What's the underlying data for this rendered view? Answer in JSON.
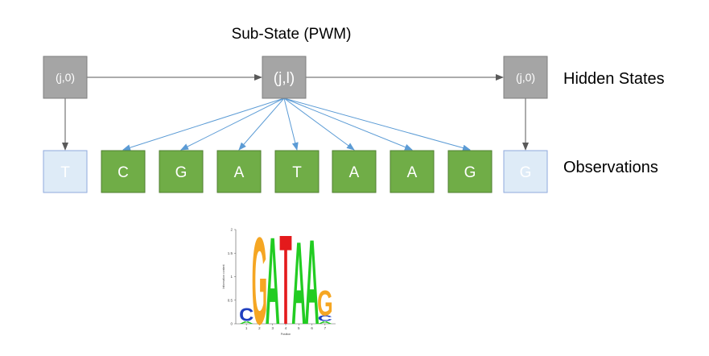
{
  "title": "Sub-State (PWM)",
  "row_labels": {
    "hidden": "Hidden States",
    "observations": "Observations"
  },
  "hidden_states": [
    {
      "label": "(j,0)"
    },
    {
      "label": "(j,l)"
    },
    {
      "label": "(j,0)"
    }
  ],
  "observations": [
    {
      "label": "T",
      "kind": "background"
    },
    {
      "label": "C",
      "kind": "motif"
    },
    {
      "label": "G",
      "kind": "motif"
    },
    {
      "label": "A",
      "kind": "motif"
    },
    {
      "label": "T",
      "kind": "motif"
    },
    {
      "label": "A",
      "kind": "motif"
    },
    {
      "label": "A",
      "kind": "motif"
    },
    {
      "label": "G",
      "kind": "motif"
    },
    {
      "label": "G",
      "kind": "background"
    }
  ],
  "colors": {
    "hidden_fill": "#a5a5a5",
    "hidden_stroke": "#7f7f7f",
    "motif_fill": "#70ad47",
    "motif_stroke": "#507e32",
    "background_fill": "#deebf7",
    "background_stroke": "#8faadc",
    "emission_arrow": "#5b9bd5",
    "transition_arrow": "#595959"
  },
  "sequence_logo": {
    "ylabel": "Information content",
    "xlabel": "Position",
    "y_ticks": [
      "0",
      "0.5",
      "1",
      "1.5",
      "2"
    ],
    "x_ticks": [
      "1",
      "2",
      "3",
      "4",
      "5",
      "6",
      "7"
    ],
    "ylim": [
      0,
      2
    ],
    "columns": [
      [
        {
          "letter": "C",
          "bits": 0.28,
          "color": "#1f3fbf"
        },
        {
          "letter": "A",
          "bits": 0.06,
          "color": "#22cc22"
        }
      ],
      [
        {
          "letter": "G",
          "bits": 1.9,
          "color": "#f5a623"
        }
      ],
      [
        {
          "letter": "A",
          "bits": 1.9,
          "color": "#22cc22"
        }
      ],
      [
        {
          "letter": "T",
          "bits": 1.95,
          "color": "#e41a1c"
        }
      ],
      [
        {
          "letter": "A",
          "bits": 1.8,
          "color": "#22cc22"
        }
      ],
      [
        {
          "letter": "A",
          "bits": 1.85,
          "color": "#22cc22"
        }
      ],
      [
        {
          "letter": "G",
          "bits": 0.55,
          "color": "#f5a623"
        },
        {
          "letter": "C",
          "bits": 0.12,
          "color": "#1f3fbf"
        },
        {
          "letter": "A",
          "bits": 0.06,
          "color": "#22cc22"
        }
      ]
    ]
  }
}
